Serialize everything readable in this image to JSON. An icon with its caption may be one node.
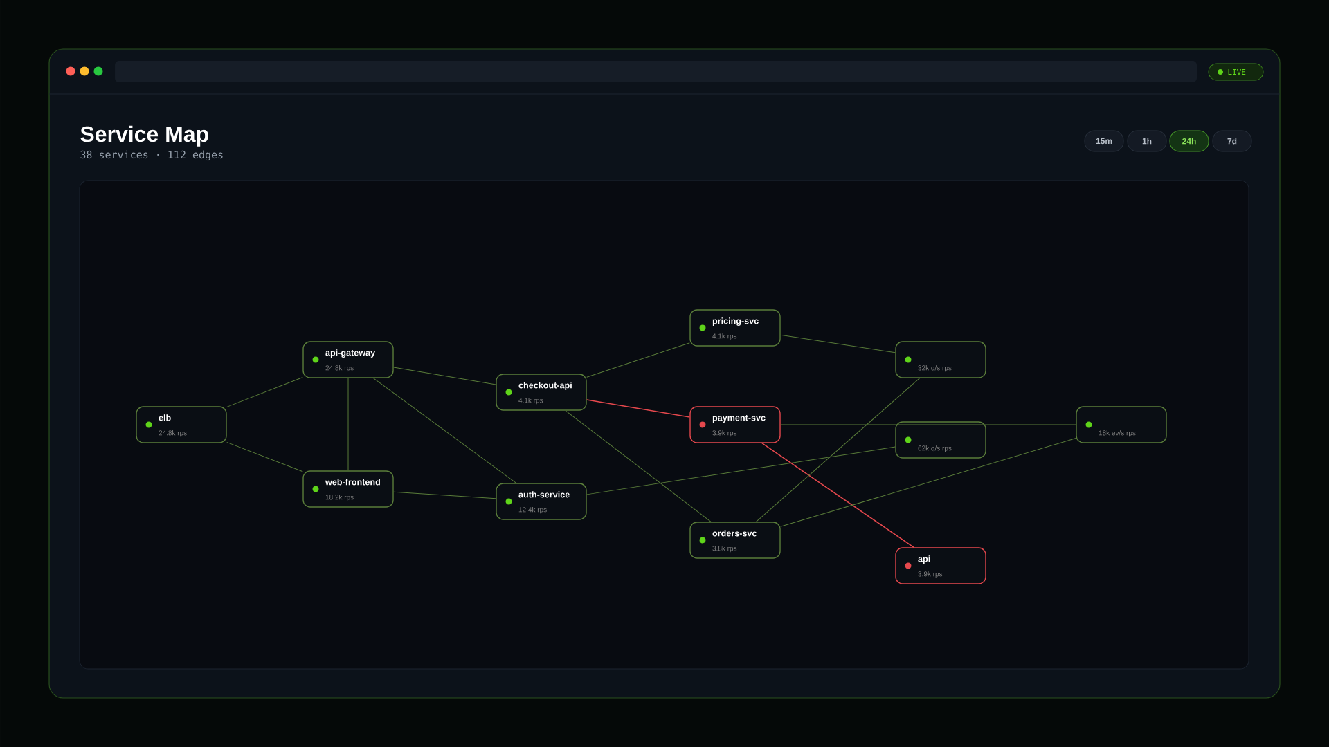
{
  "diagram": {
    "title": "Service Map",
    "nodes": [
      {
        "text": [],
        "shape": "bar"
      },
      {
        "text": [
          "elb",
          "24.8k rps"
        ]
      },
      {
        "text": [
          "api-gateway",
          "24.8k rps"
        ]
      },
      {
        "text": [
          "web-frontend",
          "18.2k rps"
        ]
      },
      {
        "text": [
          "checkout-api",
          "4.1k rps"
        ]
      },
      {
        "text": [
          "auth-service",
          "12.4k rps"
        ]
      },
      {
        "text": [
          "pricing-svc",
          "4.1k rps"
        ]
      },
      {
        "text": [
          "payment-svc",
          "3.9k rps"
        ]
      },
      {
        "text": [
          "orders-svc",
          "3.8k rps"
        ]
      },
      {
        "text": [
          "32k q/s rps"
        ]
      },
      {
        "text": [
          "62k q/s rps"
        ]
      },
      {
        "text": [
          "api",
          "3.9k rps"
        ]
      },
      {
        "text": [
          "18k ev/s rps"
        ]
      }
    ],
    "edges": [
      {
        "from": 1,
        "to": 2,
        "arrow": "none"
      },
      {
        "from": 1,
        "to": 3,
        "arrow": "none"
      },
      {
        "from": 2,
        "to": 3,
        "arrow": "none"
      },
      {
        "from": 2,
        "to": 4,
        "arrow": "none"
      },
      {
        "from": 2,
        "to": 5,
        "arrow": "none"
      },
      {
        "from": 3,
        "to": 5,
        "arrow": "none"
      },
      {
        "from": 4,
        "to": 6,
        "arrow": "none"
      },
      {
        "from": 4,
        "to": 7,
        "arrow": "none",
        "color": "#e5484d"
      },
      {
        "from": 4,
        "to": 8,
        "arrow": "none"
      },
      {
        "from": 6,
        "to": 9,
        "arrow": "none"
      },
      {
        "from": 7,
        "to": 12,
        "arrow": "none"
      },
      {
        "from": 7,
        "to": 11,
        "arrow": "none",
        "color": "#e5484d"
      },
      {
        "from": 5,
        "to": 10,
        "arrow": "none"
      },
      {
        "from": 8,
        "to": 9,
        "arrow": "none"
      },
      {
        "from": 8,
        "to": 12,
        "arrow": "none"
      }
    ],
    "labels": [
      "38 services · 112 edges",
      "LIVE",
      "15m",
      "1h",
      "24h",
      "7d"
    ]
  }
}
